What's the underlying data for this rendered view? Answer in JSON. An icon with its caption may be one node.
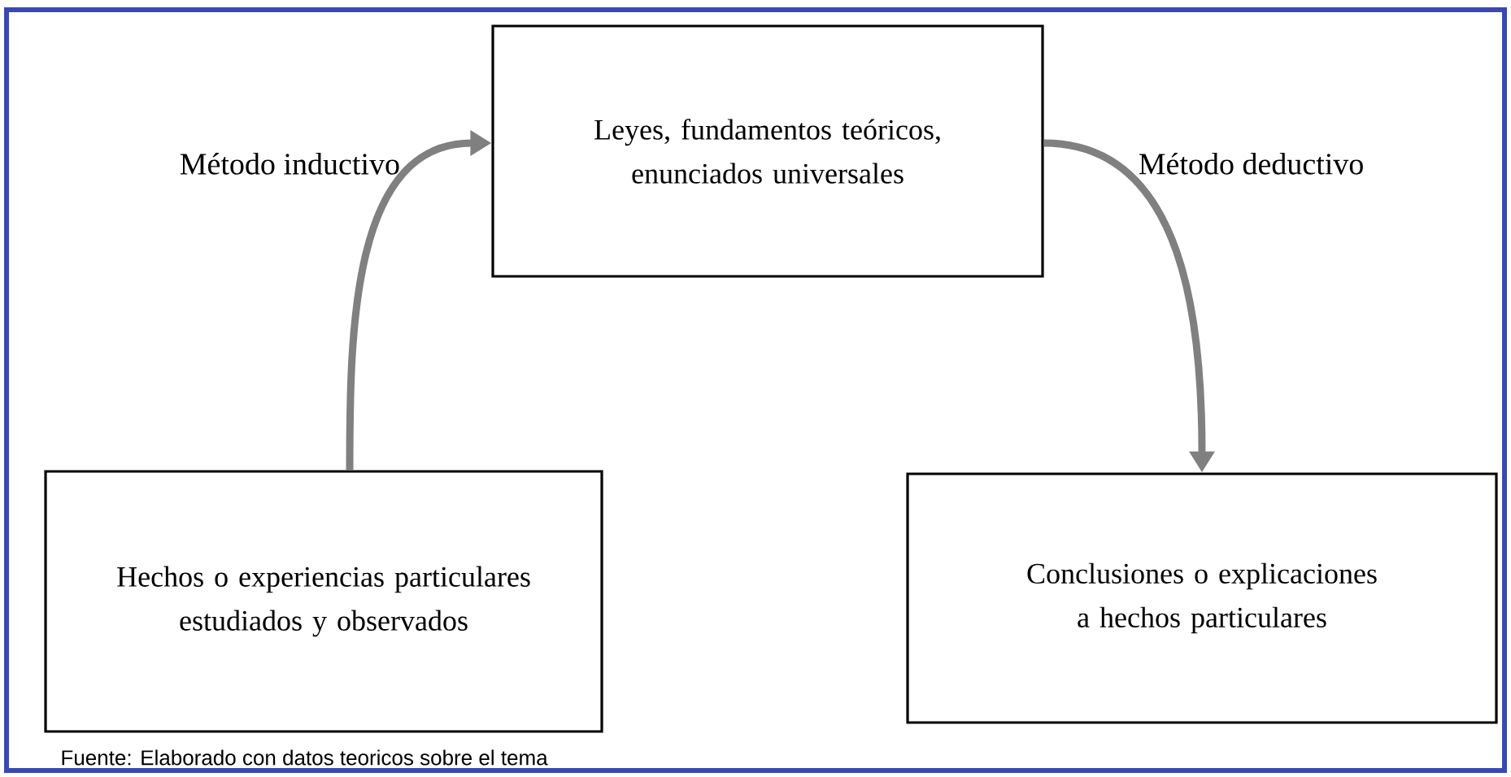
{
  "diagram": {
    "caption": "Fuente: Elaborado con datos teoricos sobre el tema",
    "nodes": [
      {
        "text": [
          "Leyes, fundamentos teóricos, enunciados universales"
        ]
      },
      {
        "text": [
          "Hechos o experiencias particulares estudiados y observados"
        ]
      },
      {
        "text": [
          "Conclusiones o explicaciones a hechos particulares"
        ]
      }
    ],
    "edges": [
      {
        "from": 1,
        "to": 0,
        "arrow": "to",
        "label": "Método inductivo"
      },
      {
        "from": 0,
        "to": 2,
        "arrow": "to",
        "label": "Método deductivo"
      }
    ]
  }
}
